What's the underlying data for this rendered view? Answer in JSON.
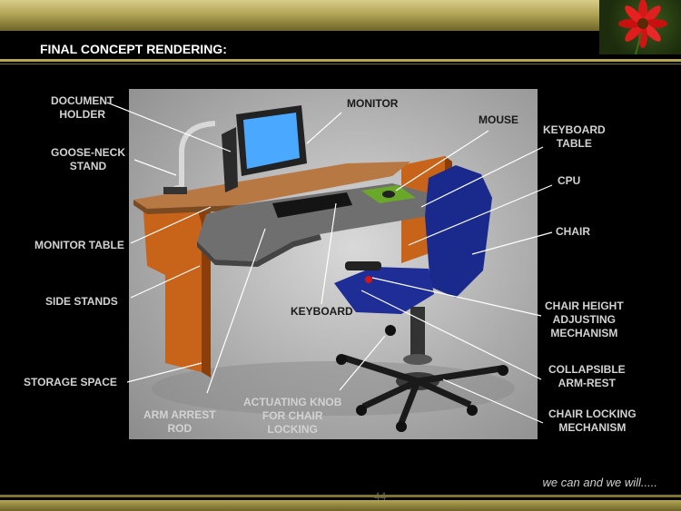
{
  "slide": {
    "title": "FINAL CONCEPT RENDERING:",
    "slogan": "we can and we will.....",
    "page_number": "44"
  },
  "labels": {
    "document_holder": "DOCUMENT\nHOLDER",
    "goose_neck": "GOOSE-NECK\nSTAND",
    "monitor_table": "MONITOR TABLE",
    "side_stands": "SIDE STANDS",
    "storage_space": "STORAGE SPACE",
    "arm_arrest_rod": "ARM ARREST\nROD",
    "actuating_knob": "ACTUATING KNOB\nFOR CHAIR\nLOCKING",
    "keyboard": "KEYBOARD",
    "monitor": "MONITOR",
    "mouse": "MOUSE",
    "keyboard_table": "KEYBOARD\nTABLE",
    "cpu": "CPU",
    "chair": "CHAIR",
    "chair_height": "CHAIR HEIGHT\nADJUSTING\nMECHANISM",
    "arm_rest": "COLLAPSIBLE\nARM-REST",
    "chair_locking": "CHAIR LOCKING\nMECHANISM"
  },
  "colors": {
    "gold": "#b4a652",
    "label_text": "#d2d2d2",
    "wood": "#c8641a",
    "chair_blue": "#1a2a8c",
    "screen_blue": "#4aa8ff"
  }
}
